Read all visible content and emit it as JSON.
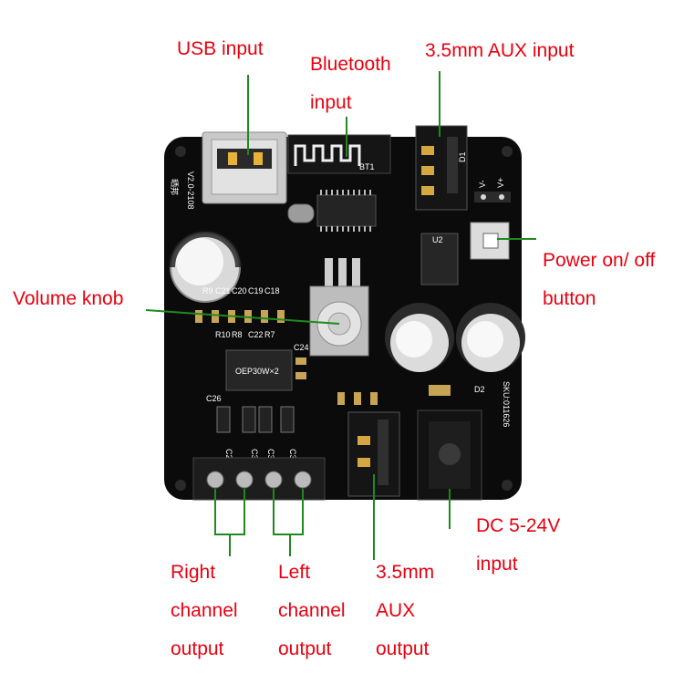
{
  "callouts": {
    "usb": "USB input",
    "bluetooth": [
      "Bluetooth",
      "input"
    ],
    "aux_in": "3.5mm AUX input",
    "power": [
      "Power on/ off",
      "button"
    ],
    "volume": "Volume knob",
    "dc": [
      "DC 5-24V",
      "input"
    ],
    "right": [
      "Right",
      "channel",
      "output"
    ],
    "left": [
      "Left",
      "channel",
      "output"
    ],
    "aux_out": [
      "3.5mm",
      "AUX",
      "output"
    ]
  },
  "board": {
    "version": "V2.0-2108",
    "brand": "晒邦",
    "sku": "SKU:011626",
    "amp_chip": "OEP30W×2",
    "bt_label": "BT1",
    "vplus": "V+",
    "vminus": "V-",
    "u2": "U2",
    "d1": "D1",
    "d2": "D2",
    "refs_left": [
      "R9",
      "C21",
      "C20",
      "C19",
      "C18",
      "R10",
      "R8",
      "C22",
      "R7"
    ],
    "caps_bottom": [
      "C29",
      "C30",
      "C31",
      "C32"
    ],
    "c24": "C24",
    "c26": "C26"
  },
  "colors": {
    "callout_text": "#e8000f",
    "leader_line": "#1e8a1e",
    "pcb": "#0a0a0a",
    "terminal_block": "#1d1d1d"
  }
}
